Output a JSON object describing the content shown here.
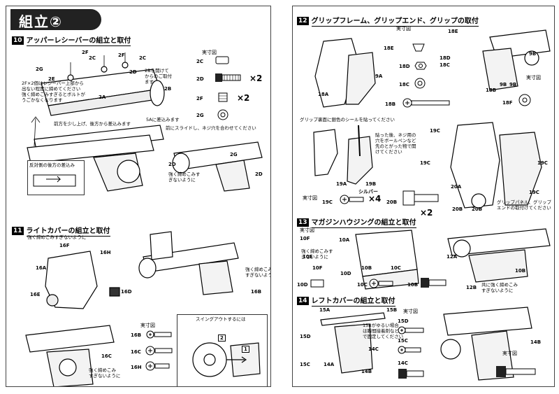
{
  "page_header": "組立②",
  "sections": {
    "s10": {
      "num": "10",
      "title": "アッパーレシーバーの組立と取付"
    },
    "s11": {
      "num": "11",
      "title": "ライトカバーの組立と取付"
    },
    "s12": {
      "num": "12",
      "title": "グリップフレーム、グリップエンド、グリップの取付"
    },
    "s13": {
      "num": "13",
      "title": "マガジンハウジングの組立と取付"
    },
    "s14": {
      "num": "14",
      "title": "レフトカバーの組立と取付"
    }
  },
  "s10_notes": {
    "n1": "2Bを開けて\nからのご取付\nます",
    "n2": "2F×2個はレシーバー上部から\n出ない程度に締めてください\n強く締めこみすぎるとボルトが\nうごかなくなります",
    "n3": "前方を少し上げ、後方から差込みます",
    "n4": "5Aに差込みます",
    "n5": "前にスライドし、ネジ穴を合わせてください",
    "n6": "反対側の後方の差込み",
    "n7": "強く締めこみす\nぎないように",
    "n8": "実寸図"
  },
  "s10_parts": [
    "2F",
    "2F",
    "2C",
    "2D",
    "2C",
    "2G",
    "2E",
    "2A",
    "2B",
    "2D",
    "2G",
    "2D"
  ],
  "s10_hw": [
    {
      "label": "2C",
      "mult": ""
    },
    {
      "label": "2D",
      "mult": "×2"
    },
    {
      "label": "2F",
      "mult": "×2"
    },
    {
      "label": "2G",
      "mult": ""
    }
  ],
  "s11_notes": {
    "n1": "強く締めこみすぎないように",
    "n2": "強く締めこみ\nすぎないように",
    "n3": "強く締めこみ\nすぎないように",
    "n4": "スイングアウトするには",
    "n5": "実寸図"
  },
  "s11_parts": [
    "16F",
    "16H",
    "16A",
    "16E",
    "16D",
    "16C",
    "16B",
    "16B"
  ],
  "s11_hw": [
    {
      "label": "16B"
    },
    {
      "label": "16C"
    },
    {
      "label": "16H"
    }
  ],
  "s11_steps": [
    "1",
    "2"
  ],
  "s12_notes": {
    "n1": "実寸図",
    "n2": "グリップ裏面に銀色のシールを貼ってください",
    "n3": "貼った後、ネジ用の\n穴をボールペンなど\n先のとがった物で開\nけてください",
    "n4": "シルバー",
    "n5": "グリップパネル、グリップ\nエンドの取付けてください",
    "n6": "実寸図",
    "n7": "実寸図"
  },
  "s12_parts": [
    "18E",
    "18D",
    "18C",
    "18A",
    "9A",
    "18B",
    "18E",
    "18D",
    "18C",
    "9B",
    "9B",
    "18F",
    "19C",
    "19C",
    "19C",
    "19C",
    "20A",
    "19A",
    "19B",
    "20B",
    "20B"
  ],
  "s12_hw": [
    {
      "label": "18E"
    },
    {
      "label": "18D"
    },
    {
      "label": "18C"
    },
    {
      "label": "18B"
    },
    {
      "label": "9B"
    },
    {
      "label": "18F"
    }
  ],
  "s12_hw2": [
    {
      "label": "19C",
      "mult": "×4"
    },
    {
      "label": "20B",
      "mult": "×2"
    }
  ],
  "s13_notes": {
    "n1": "実寸図",
    "n2": "強く締めこみす\nぎないように",
    "n3": "共に強く締めこみ\nすぎないように"
  },
  "s13_parts": [
    "10F",
    "10E",
    "10A",
    "10F",
    "10D",
    "10B",
    "10C",
    "10D",
    "10C",
    "10B",
    "12A",
    "10B",
    "12B"
  ],
  "s14_notes": {
    "n1": "実寸図",
    "n2": "15Bがゆるい場合\nは瞬間接着剤など\nで固定してください",
    "n3": "実寸図"
  },
  "s14_parts": [
    "15A",
    "15B",
    "15D",
    "15C",
    "14A",
    "14C",
    "14B",
    "15D",
    "15C",
    "14C",
    "14B"
  ],
  "colors": {
    "ink": "#000000",
    "header_bg": "#222222",
    "paper": "#ffffff"
  }
}
